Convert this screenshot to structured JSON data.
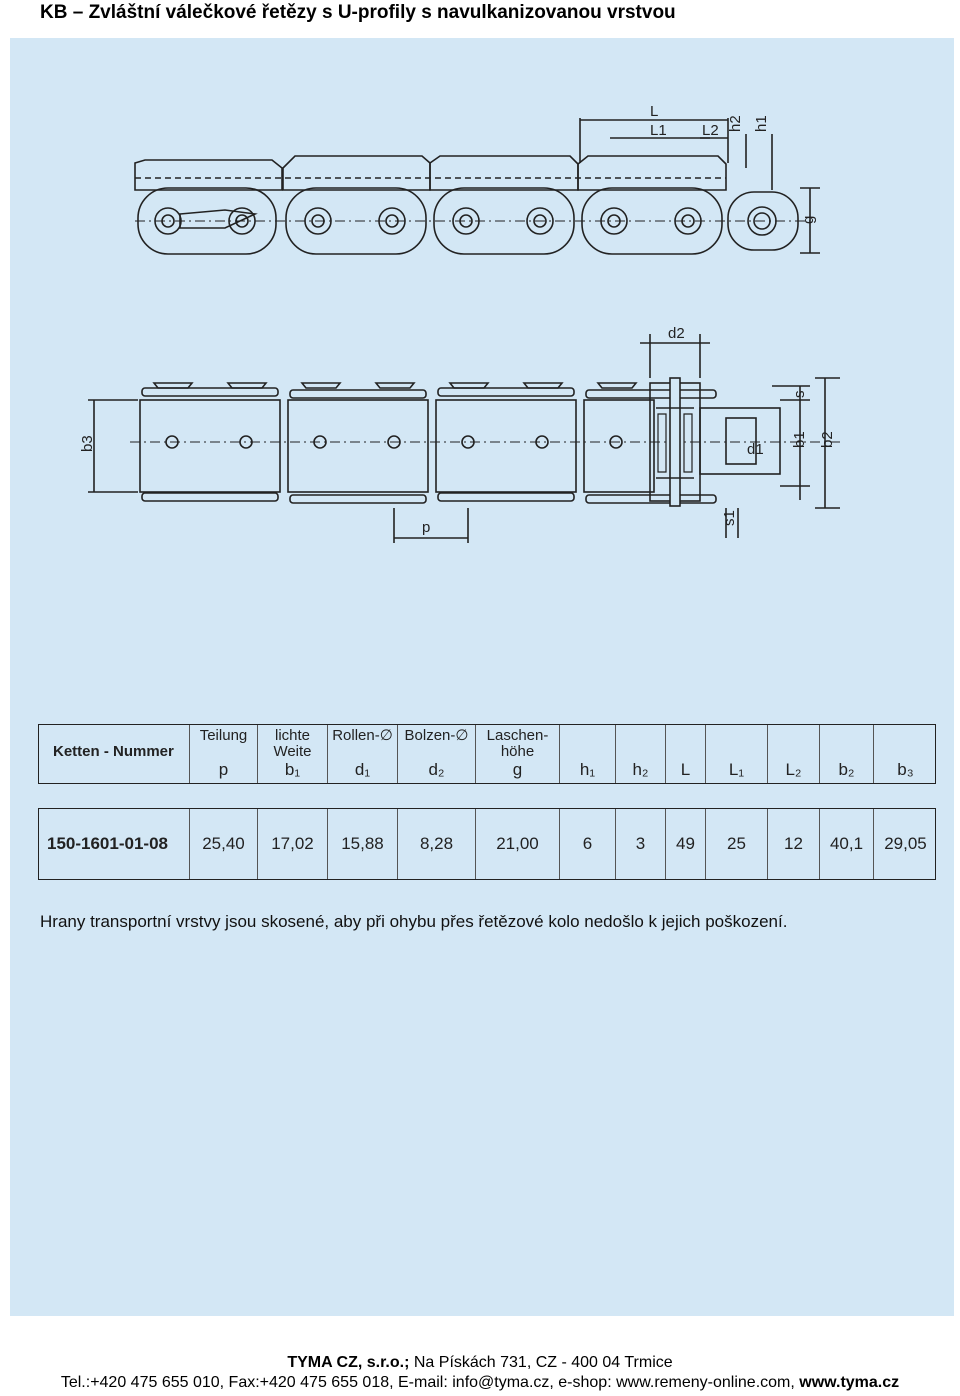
{
  "title": "KB – Zvláštní válečkové řetězy s U-profily s navulkanizovanou vrstvou",
  "drawing": {
    "labels": {
      "L": "L",
      "L1": "L1",
      "L2": "L2",
      "h2": "h2",
      "h1": "h1",
      "g": "g",
      "d2": "d2",
      "s": "s",
      "b1": "b1",
      "b2": "b2",
      "d1": "d1",
      "b3": "b3",
      "p": "p",
      "s1": "s1"
    }
  },
  "table": {
    "chain_header": "Ketten - Nummer",
    "columns": [
      {
        "line1": "Teilung",
        "line2": "",
        "symbol": "p"
      },
      {
        "line1": "lichte",
        "line2": "Weite",
        "symbol": "b₁"
      },
      {
        "line1": "Rollen-∅",
        "line2": "",
        "symbol": "d₁"
      },
      {
        "line1": "Bolzen-∅",
        "line2": "",
        "symbol": "d₂"
      },
      {
        "line1": "Laschen-",
        "line2": "höhe",
        "symbol": "g"
      },
      {
        "line1": "",
        "line2": "",
        "symbol": "h₁"
      },
      {
        "line1": "",
        "line2": "",
        "symbol": "h₂"
      },
      {
        "line1": "",
        "line2": "",
        "symbol": "L"
      },
      {
        "line1": "",
        "line2": "",
        "symbol": "L₁"
      },
      {
        "line1": "",
        "line2": "",
        "symbol": "L₂"
      },
      {
        "line1": "",
        "line2": "",
        "symbol": "b₂"
      },
      {
        "line1": "",
        "line2": "",
        "symbol": "b₃"
      }
    ],
    "row": {
      "chain_number": "150-1601-01-08",
      "values": [
        "25,40",
        "17,02",
        "15,88",
        "8,28",
        "21,00",
        "6",
        "3",
        "49",
        "25",
        "12",
        "40,1",
        "29,05"
      ]
    }
  },
  "note": "Hrany transportní vrstvy jsou skosené, aby při ohybu přes řetězové kolo nedošlo k jejich poškození.",
  "footer": {
    "company": "TYMA CZ, s.r.o.;",
    "address": " Na Pískách 731, CZ - 400 04 Trmice",
    "contact": "Tel.:+420 475 655 010, Fax:+420 475 655 018, E-mail: info@tyma.cz, e-shop: www.remeny-online.com, ",
    "web": "www.tyma.cz"
  },
  "colors": {
    "sheet": "#d3e7f5",
    "ink": "#222222"
  }
}
